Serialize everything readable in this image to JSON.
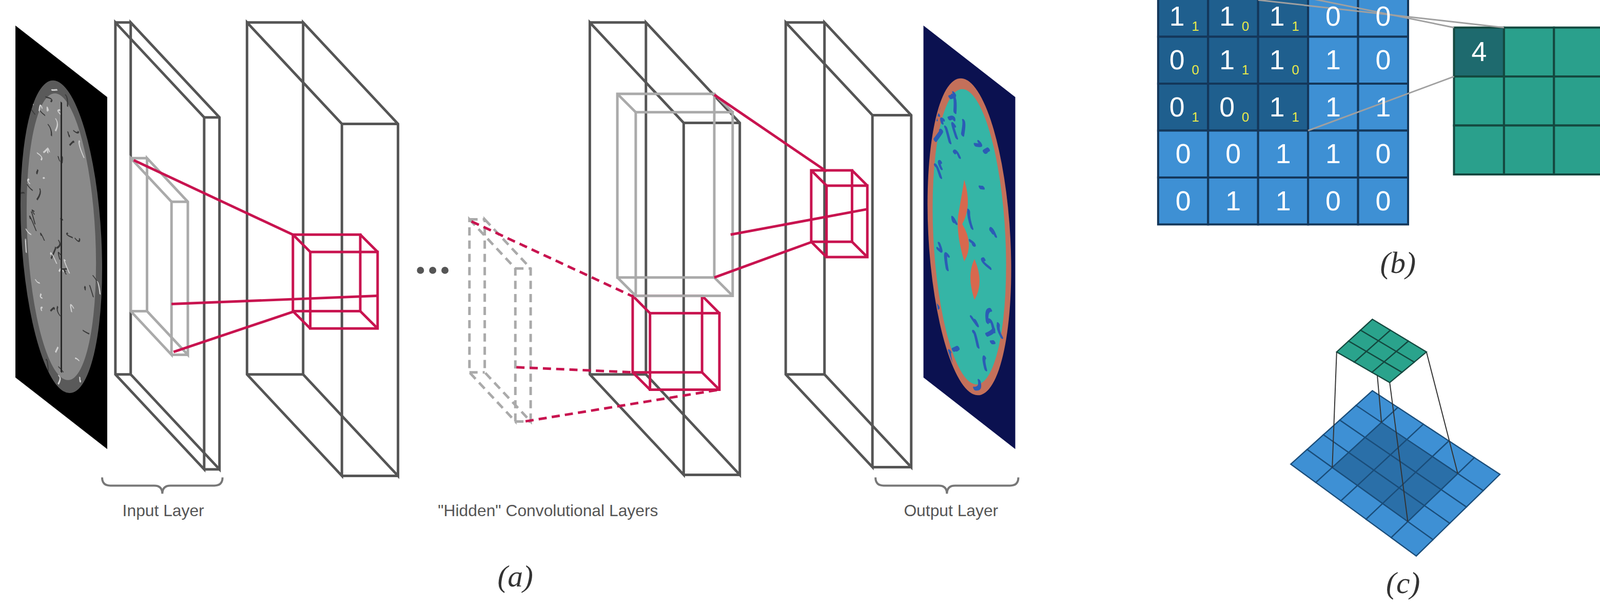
{
  "diagram": {
    "labels": [
      "Input Layer",
      "\"Hidden\" Convolutional Layers",
      "Output Layer",
      "(a)",
      "1",
      "1",
      "1",
      "0",
      "1",
      "1",
      "0",
      "0",
      "0",
      "0",
      "1",
      "1",
      "1",
      "0",
      "1",
      "0",
      "0",
      "1",
      "0",
      "0",
      "1",
      "1",
      "1",
      "1",
      "0",
      "0",
      "1",
      "1",
      "0",
      "0",
      "1",
      "1",
      "0",
      "0",
      "4",
      "(b)",
      "(c)"
    ]
  }
}
